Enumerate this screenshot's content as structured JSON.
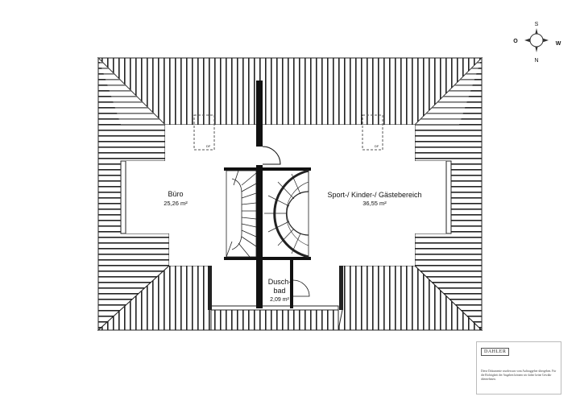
{
  "compass": {
    "north": "N",
    "south": "S",
    "east": "O",
    "west": "W"
  },
  "rooms": [
    {
      "name": "Büro",
      "area": "25,26 m²"
    },
    {
      "name": "Sport-/ Kinder-/ Gästebereich",
      "area": "36,55 m²"
    },
    {
      "name_line1": "Dusch-",
      "name_line2": "bad",
      "area": "2,09 m²"
    }
  ],
  "skylights": [
    {
      "label": "DF"
    },
    {
      "label": "DF"
    }
  ],
  "footer": {
    "logo": "DAHLER",
    "disclaimer": "Diese Dokumente wurden uns vom Auftraggeber übergeben. Für die Richtigkeit der Angaben können wir daher keine Gewähr übernehmen."
  }
}
